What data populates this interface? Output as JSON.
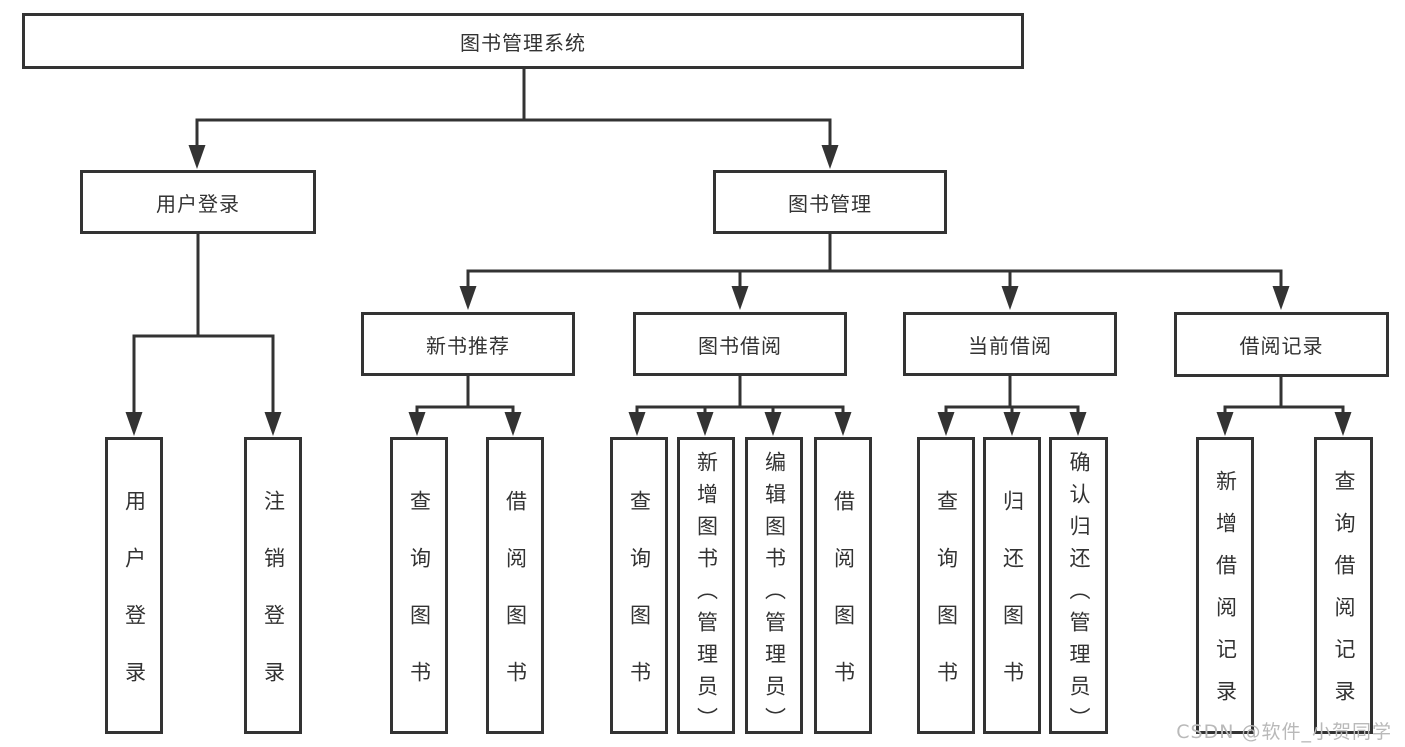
{
  "diagram": {
    "root": "图书管理系统",
    "login_branch": {
      "label": "用户登录",
      "children": [
        "用户登录",
        "注销登录"
      ]
    },
    "mgmt_branch": {
      "label": "图书管理",
      "children": [
        {
          "label": "新书推荐",
          "children": [
            "查询图书",
            "借阅图书"
          ]
        },
        {
          "label": "图书借阅",
          "children": [
            "查询图书",
            "新增图书（管理员）",
            "编辑图书（管理员）",
            "借阅图书"
          ]
        },
        {
          "label": "当前借阅",
          "children": [
            "查询图书",
            "归还图书",
            "确认归还（管理员）"
          ]
        },
        {
          "label": "借阅记录",
          "children": [
            "新增借阅记录",
            "查询借阅记录"
          ]
        }
      ]
    }
  },
  "watermark": {
    "text": "CSDN @软件_小贺同学"
  },
  "colors": {
    "line": "#333333",
    "text": "#333333",
    "watermark": "#b9b9b9",
    "background": "#ffffff"
  }
}
